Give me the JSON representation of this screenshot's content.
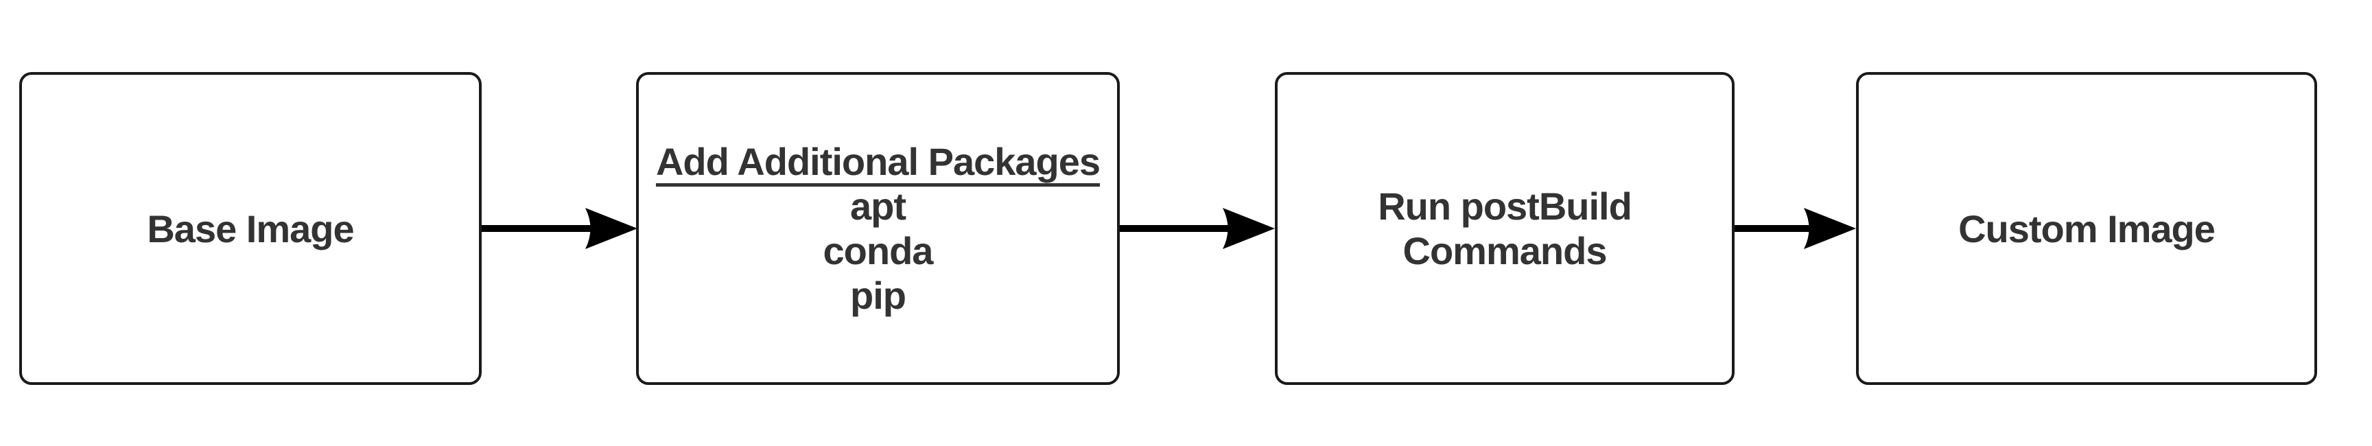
{
  "flow": {
    "nodes": [
      {
        "id": "base-image",
        "label": "Base Image"
      },
      {
        "id": "add-packages",
        "title": "Add Additional Packages",
        "items": [
          "apt",
          "conda",
          "pip"
        ]
      },
      {
        "id": "run-postbuild",
        "lines": [
          "Run postBuild",
          "Commands"
        ]
      },
      {
        "id": "custom-image",
        "label": "Custom Image"
      }
    ]
  },
  "colors": {
    "background": "#ffffff",
    "node_fill": "#ffffff",
    "node_border": "#1a1a1a",
    "arrow": "#000000",
    "text": "#333333"
  }
}
